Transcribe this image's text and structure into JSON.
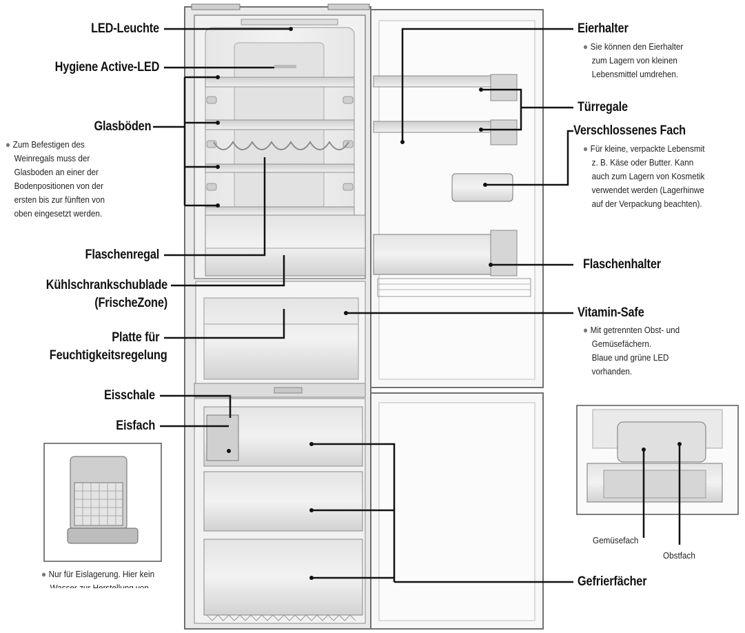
{
  "labels": {
    "led_leuchte": "LED-Leuchte",
    "hygiene_led": "Hygiene Active-LED",
    "glasboeden": "Glasböden",
    "flaschenregal": "Flaschenregal",
    "kuehlschrankschublade_1": "Kühlschrankschublade",
    "kuehlschrankschublade_2": "(FrischeZone)",
    "platte_1": "Platte für",
    "platte_2": "Feuchtigkeitsregelung",
    "eisschale": "Eisschale",
    "eisfach": "Eisfach",
    "eierhalter": "Eierhalter",
    "tuerregale": "Türregale",
    "verschlossenes_fach": "Verschlossenes Fach",
    "flaschenhalter": "Flaschenhalter",
    "vitamin_safe": "Vitamin-Safe",
    "gefrierfaecher": "Gefrierfächer"
  },
  "notes": {
    "glasboeden": [
      "Zum Befestigen des",
      "Weinregals muss der",
      "Glasboden an einer der",
      "Bodenpositionen von der",
      "ersten bis zur fünften von",
      "oben eingesetzt werden."
    ],
    "eierhalter": [
      "Sie können den Eierhalter",
      "zum Lagern von kleinen",
      "Lebensmittel umdrehen."
    ],
    "verschlossenes_fach": [
      "Für kleine, verpackte Lebensmit",
      "z. B. Käse oder Butter. Kann",
      "auch zum Lagern von Kosmetik",
      "verwendet werden (Lagerhinwe",
      "auf der Verpackung beachten)."
    ],
    "vitamin_safe": [
      "Mit getrennten Obst- und",
      "Gemüsefächern.",
      "Blaue und grüne LED",
      "vorhanden."
    ],
    "eisfach": [
      "Nur für Eislagerung. Hier kein",
      "Wasser zur Herstellung von"
    ]
  },
  "inset": {
    "gemuesefach": "Gemüsefach",
    "obstfach": "Obstfach"
  },
  "colors": {
    "line": "#111111",
    "fridge_outline": "#777777",
    "fridge_fill": "#ececec",
    "interior": "#f6f6f6"
  }
}
